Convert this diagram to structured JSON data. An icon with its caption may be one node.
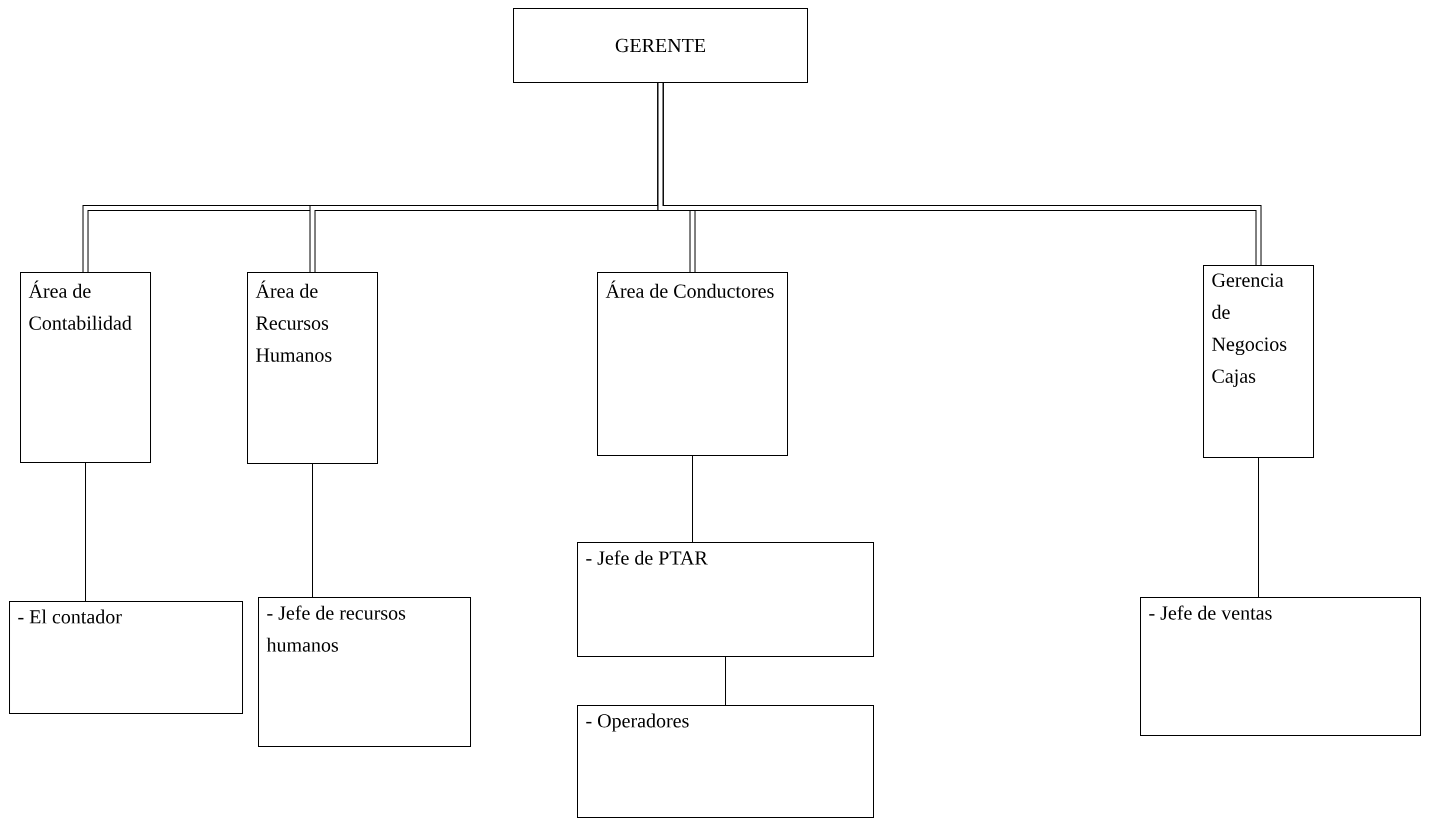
{
  "diagram": {
    "nodes": [
      {
        "text": [
          "GERENTE"
        ]
      },
      {
        "text": [
          "Área de Contabilidad"
        ]
      },
      {
        "text": [
          "Área de Recursos Humanos"
        ]
      },
      {
        "text": [
          "Área de Conductores"
        ]
      },
      {
        "text": [
          "Gerencia de Negocios Cajas"
        ]
      },
      {
        "text": [
          "- El contador"
        ]
      },
      {
        "text": [
          "- Jefe de recursos humanos"
        ]
      },
      {
        "text": [
          "- Jefe de PTAR"
        ]
      },
      {
        "text": [
          "- Operadores"
        ]
      },
      {
        "text": [
          "- Jefe de ventas"
        ]
      }
    ],
    "edges": [
      {
        "from": 0,
        "to": 1,
        "arrow": "none",
        "style": "thick"
      },
      {
        "from": 0,
        "to": 2,
        "arrow": "none",
        "style": "thick"
      },
      {
        "from": 0,
        "to": 3,
        "arrow": "none",
        "style": "thick"
      },
      {
        "from": 0,
        "to": 4,
        "arrow": "none",
        "style": "thick"
      },
      {
        "from": 1,
        "to": 5,
        "arrow": "none"
      },
      {
        "from": 2,
        "to": 6,
        "arrow": "none"
      },
      {
        "from": 3,
        "to": 7,
        "arrow": "none"
      },
      {
        "from": 7,
        "to": 8,
        "arrow": "none"
      },
      {
        "from": 4,
        "to": 9,
        "arrow": "none"
      }
    ]
  }
}
